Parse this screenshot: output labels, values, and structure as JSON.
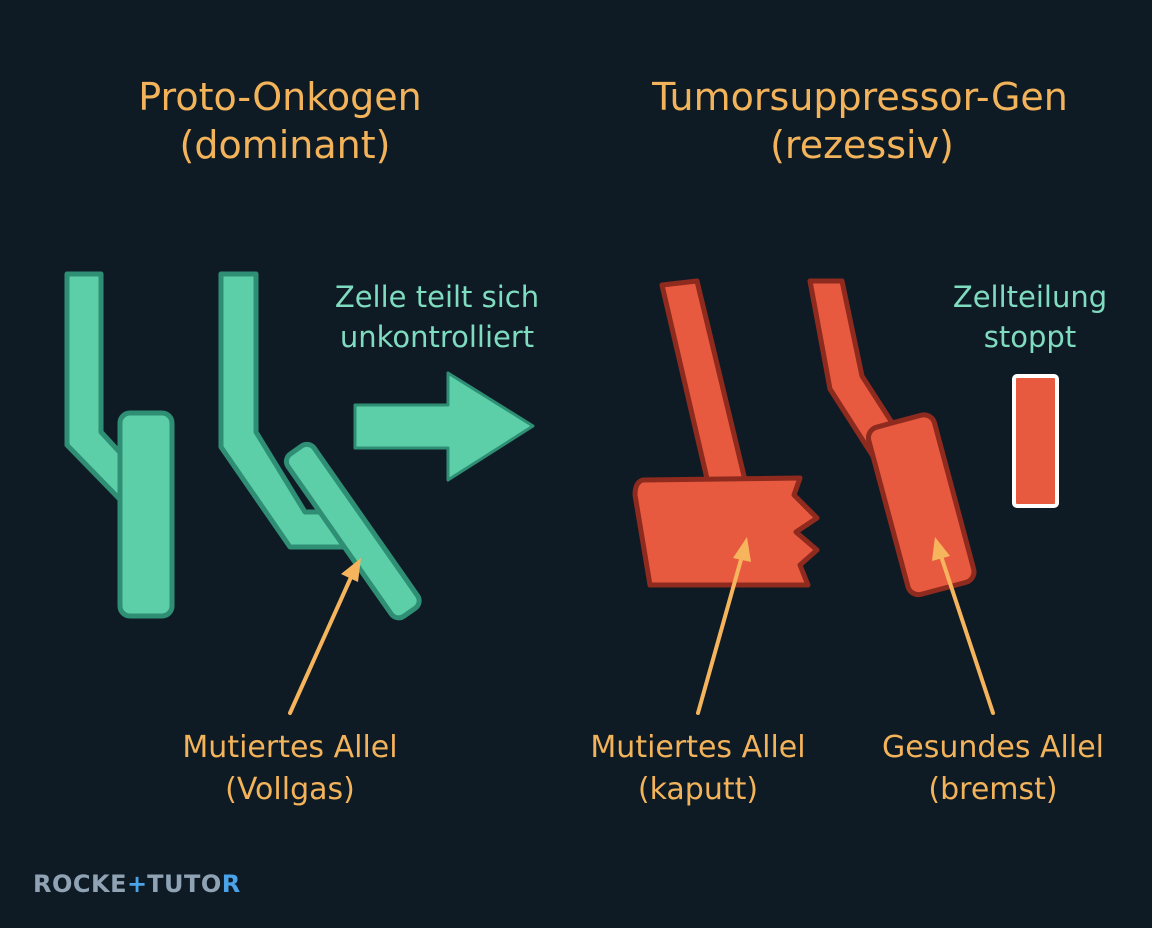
{
  "colors": {
    "background": "#0f1b24",
    "teal_fill": "#5ccfa8",
    "teal_stroke": "#2f8f74",
    "red_fill": "#e85a40",
    "red_stroke": "#8e2a1e",
    "orange_text": "#f2b35a",
    "teal_text": "#7fdcc0",
    "arrow_orange": "#f6b55c",
    "brand_gray": "#8fa3b5",
    "brand_blue": "#4aa3e8"
  },
  "left_panel": {
    "title_line1": "Proto-Onkogen",
    "title_line2": "(dominant)",
    "effect_line1": "Zelle teilt sich",
    "effect_line2": "unkontrolliert",
    "label_line1": "Mutiertes Allel",
    "label_line2": "(Vollgas)"
  },
  "right_panel": {
    "title_line1": "Tumorsuppressor-Gen",
    "title_line2": "(rezessiv)",
    "effect_line1": "Zellteilung",
    "effect_line2": "stoppt",
    "mutant_label_line1": "Mutiertes Allel",
    "mutant_label_line2": "(kaputt)",
    "healthy_label_line1": "Gesundes Allel",
    "healthy_label_line2": "(bremst)"
  },
  "brand": {
    "part1": "ROCKE",
    "plus": "+",
    "part2": "TUTO",
    "part3": "R"
  },
  "icons": {
    "effect_arrow": "right-arrow-icon",
    "stop_bar": "stop-bar-icon"
  }
}
